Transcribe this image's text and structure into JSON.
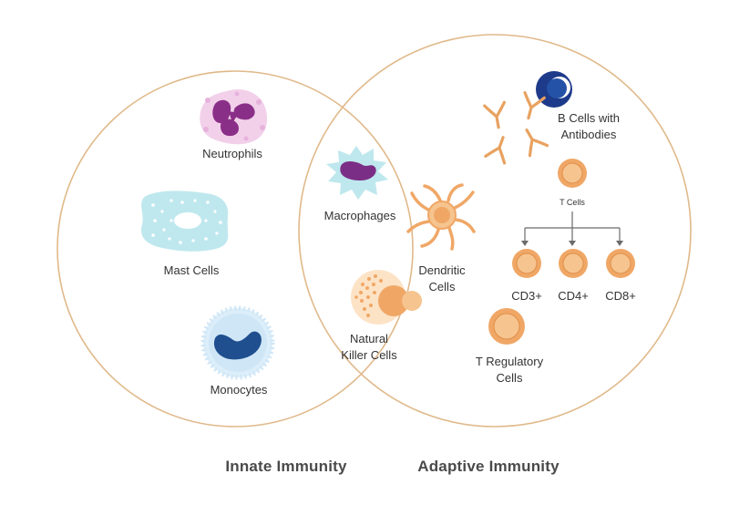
{
  "innate": {
    "title": "Innate Immunity",
    "cells": {
      "neutrophils": "Neutrophils",
      "mast_cells": "Mast Cells",
      "monocytes": "Monocytes"
    }
  },
  "shared": {
    "cells": {
      "macrophages": "Macrophages",
      "dendritic_1": "Dendritic",
      "dendritic_2": "Cells",
      "nk_1": "Natural",
      "nk_2": "Killer Cells"
    }
  },
  "adaptive": {
    "title": "Adaptive Immunity",
    "cells": {
      "bcells_1": "B Cells with",
      "bcells_2": "Antibodies",
      "tcells": "T Cells",
      "cd3": "CD3+",
      "cd4": "CD4+",
      "cd8": "CD8+",
      "treg_1": "T Regulatory",
      "treg_2": "Cells"
    }
  },
  "colors": {
    "circle_outline": "#e0b98a",
    "neutrophil_bg": "#f2d0ea",
    "neutrophil_nucleus": "#8a2f88",
    "mast_cell": "#bfe8ee",
    "monocyte_bg": "#cfe6f7",
    "monocyte_nucleus": "#1f4f8f",
    "macrophage": "#bfe8ee",
    "macrophage_nucleus": "#7b2e86",
    "orange": "#f0a766",
    "orange_light": "#f6c48f",
    "b_cell": "#1e3a8a",
    "antibody": "#e8a261",
    "arrow": "#6b6b6b"
  }
}
